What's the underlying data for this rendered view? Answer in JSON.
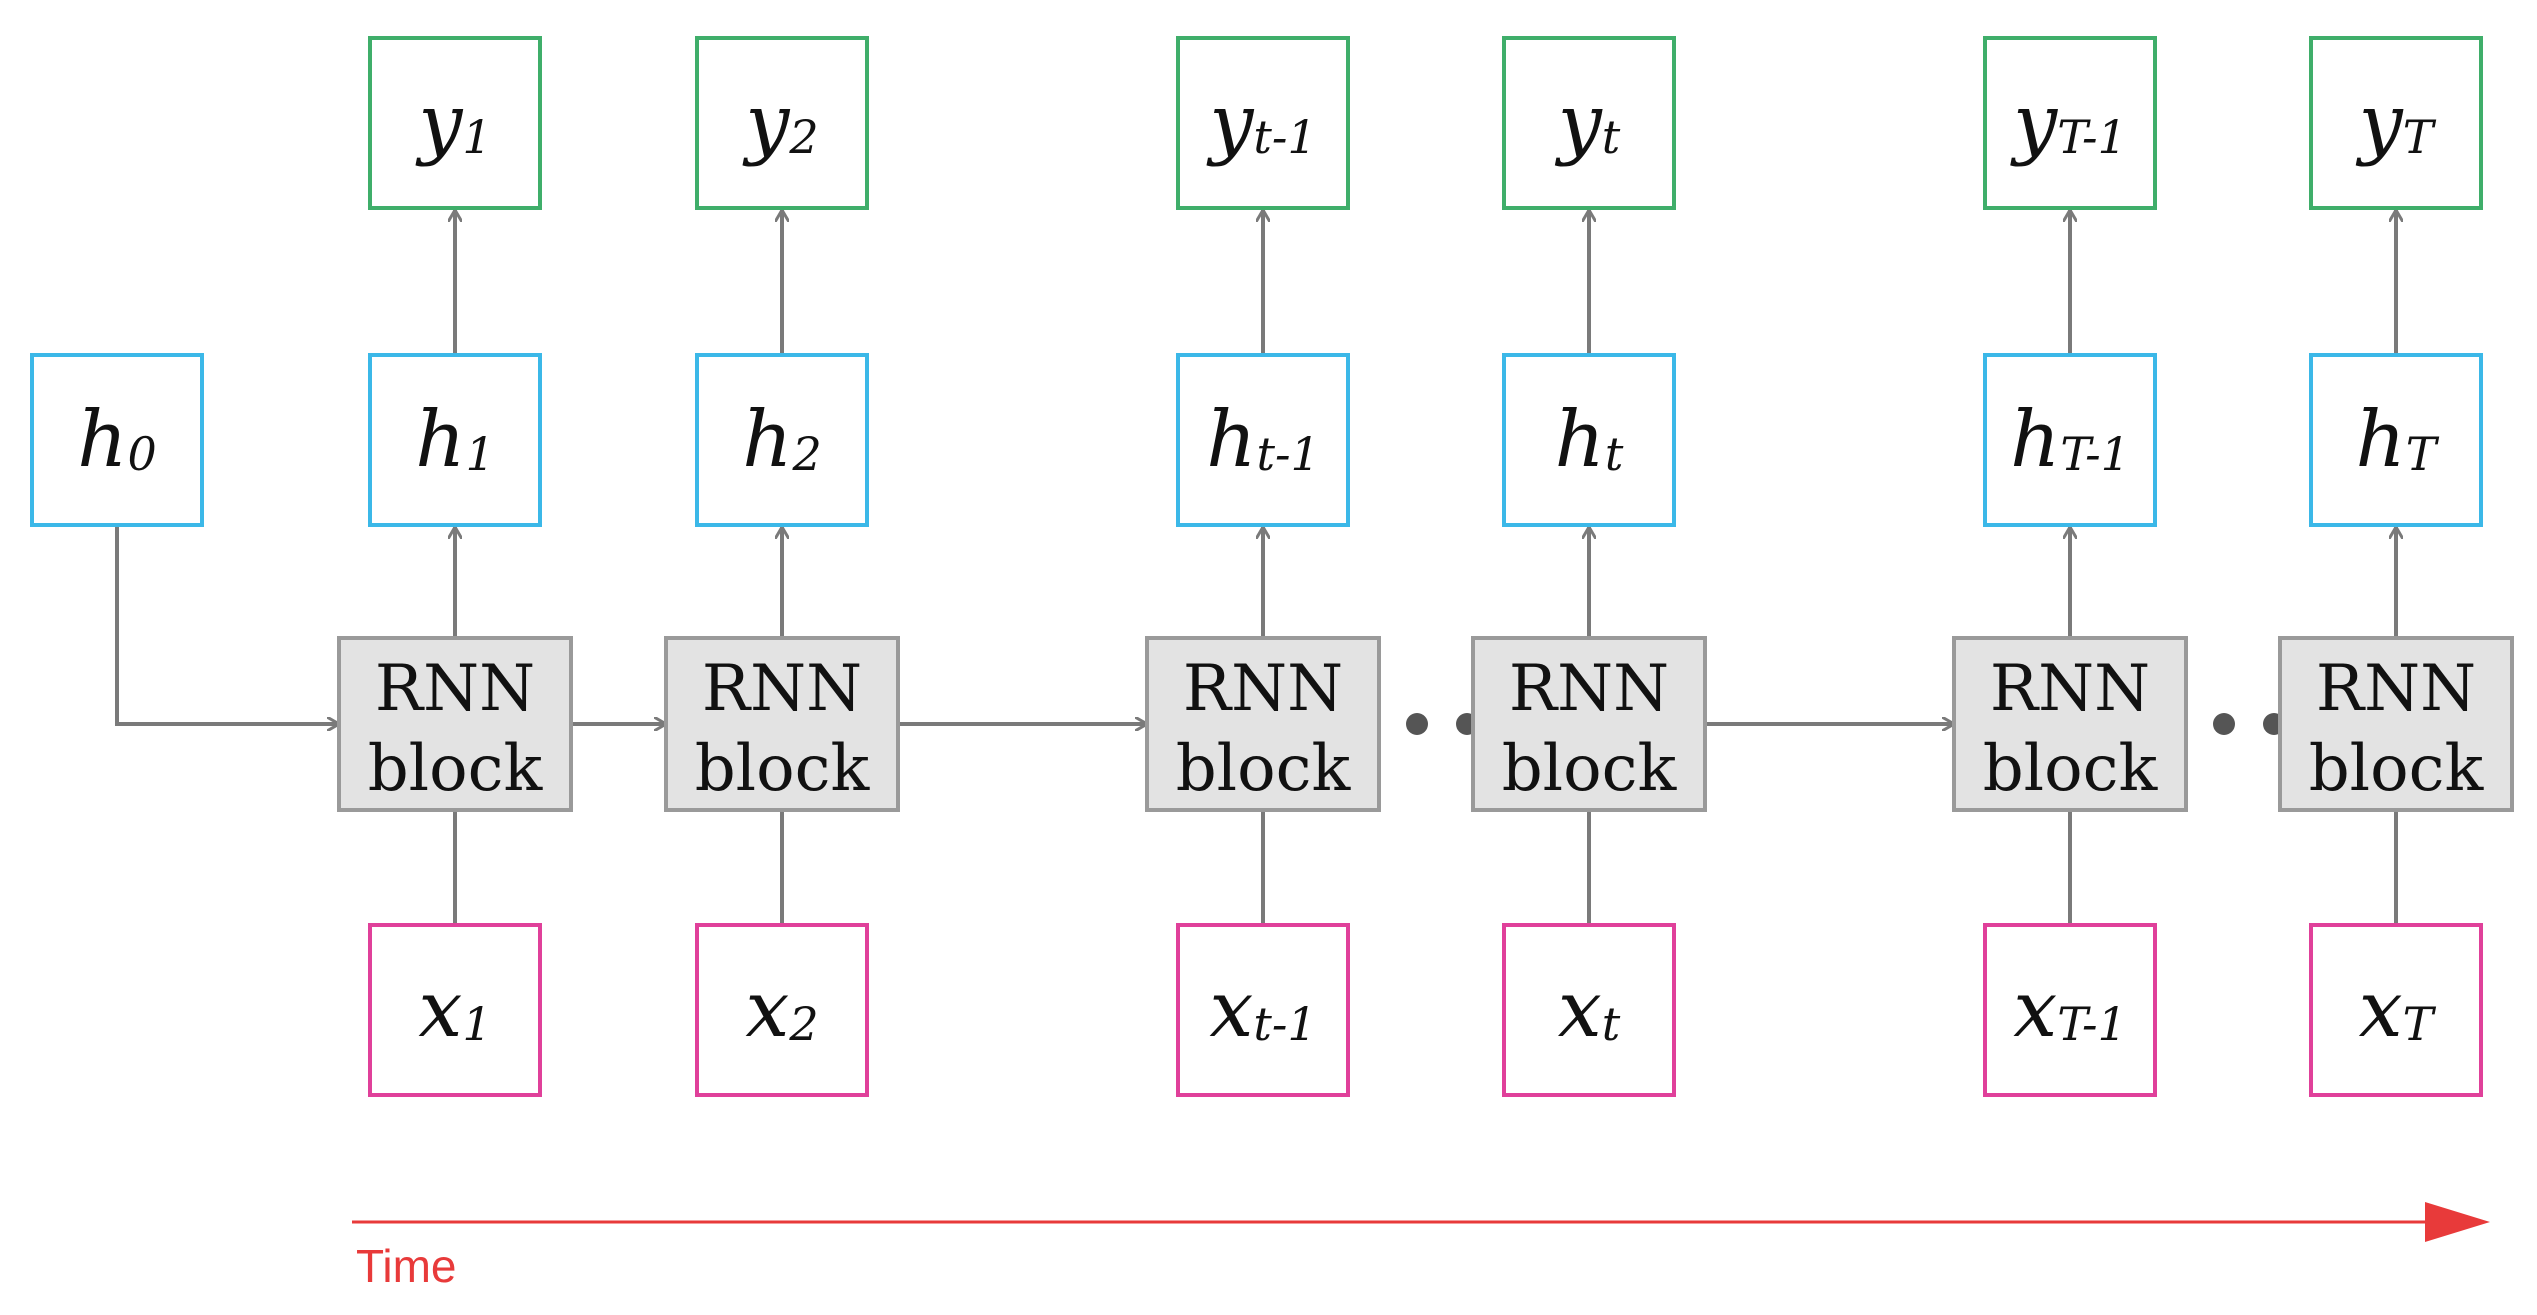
{
  "colors": {
    "output": "#3fae6a",
    "hidden": "#3bb8e8",
    "input": "#e0409a",
    "block_fill": "#e3e3e3",
    "block_stroke": "#9a9a9a",
    "arrow": "#7a7a7a",
    "dots": "#555555",
    "time": "#e83a3a"
  },
  "initial_state": {
    "base": "h",
    "sub": "0"
  },
  "columns": [
    {
      "y": {
        "base": "y",
        "sub": "1"
      },
      "h": {
        "base": "h",
        "sub": "1"
      },
      "block": [
        "RNN",
        "block"
      ],
      "x": {
        "base": "x",
        "sub": "1"
      }
    },
    {
      "y": {
        "base": "y",
        "sub": "2"
      },
      "h": {
        "base": "h",
        "sub": "2"
      },
      "block": [
        "RNN",
        "block"
      ],
      "x": {
        "base": "x",
        "sub": "2"
      }
    },
    {
      "y": {
        "base": "y",
        "sub": "t-1"
      },
      "h": {
        "base": "h",
        "sub": "t-1"
      },
      "block": [
        "RNN",
        "block"
      ],
      "x": {
        "base": "x",
        "sub": "t-1"
      }
    },
    {
      "y": {
        "base": "y",
        "sub": "t"
      },
      "h": {
        "base": "h",
        "sub": "t"
      },
      "block": [
        "RNN",
        "block"
      ],
      "x": {
        "base": "x",
        "sub": "t"
      }
    },
    {
      "y": {
        "base": "y",
        "sub": "T-1"
      },
      "h": {
        "base": "h",
        "sub": "T-1"
      },
      "block": [
        "RNN",
        "block"
      ],
      "x": {
        "base": "x",
        "sub": "T-1"
      }
    },
    {
      "y": {
        "base": "y",
        "sub": "T"
      },
      "h": {
        "base": "h",
        "sub": "T"
      },
      "block": [
        "RNN",
        "block"
      ],
      "x": {
        "base": "x",
        "sub": "T"
      }
    }
  ],
  "ellipsis_after_columns": [
    2,
    4
  ],
  "time_label": "Time"
}
